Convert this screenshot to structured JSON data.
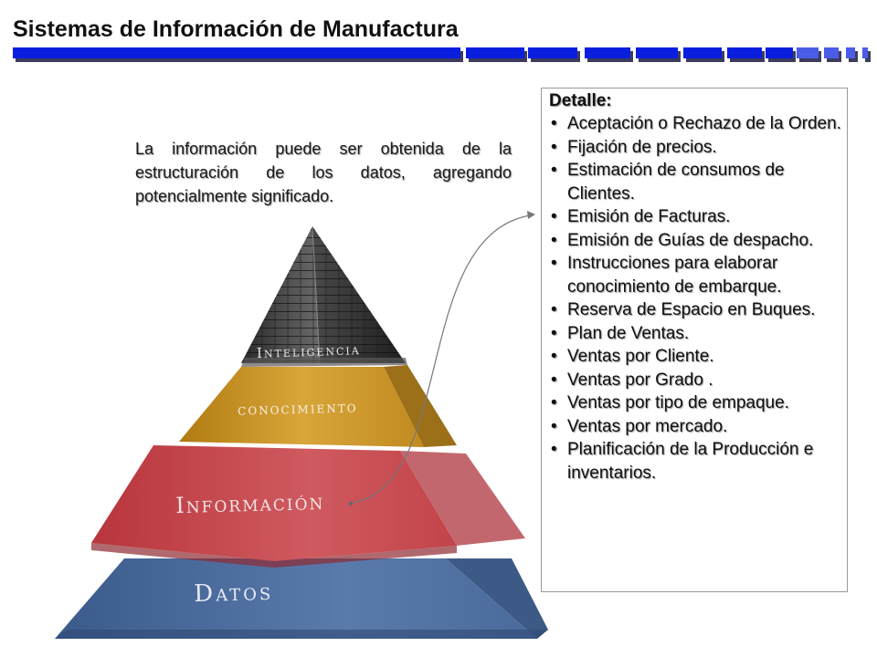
{
  "header": {
    "title": "Sistemas de Información de Manufactura",
    "accent_color": "#0a1ee0"
  },
  "intro_text": "La información puede ser obtenida de la estructuración de los datos, agregando potencialmente significado.",
  "pyramid": {
    "levels": [
      {
        "label": "Inteligencia",
        "color": "#3d3d3d"
      },
      {
        "label": "conocimiento",
        "color": "#c9931e"
      },
      {
        "label": "Información",
        "color": "#c8434a"
      },
      {
        "label": "Datos",
        "color": "#4a6a9a"
      }
    ]
  },
  "detail": {
    "heading": "Detalle:",
    "items": [
      "Aceptación o Rechazo de la Orden.",
      "Fijación de precios.",
      "Estimación de consumos de Clientes.",
      "Emisión de Facturas.",
      "Emisión de Guías de despacho.",
      "Instrucciones para elaborar conocimiento de embarque.",
      "Reserva de Espacio en Buques.",
      "Plan de Ventas.",
      "Ventas por Cliente.",
      "Ventas por Grado .",
      "Ventas por tipo de empaque.",
      "Ventas por mercado.",
      "Planificación de la Producción e inventarios."
    ]
  }
}
